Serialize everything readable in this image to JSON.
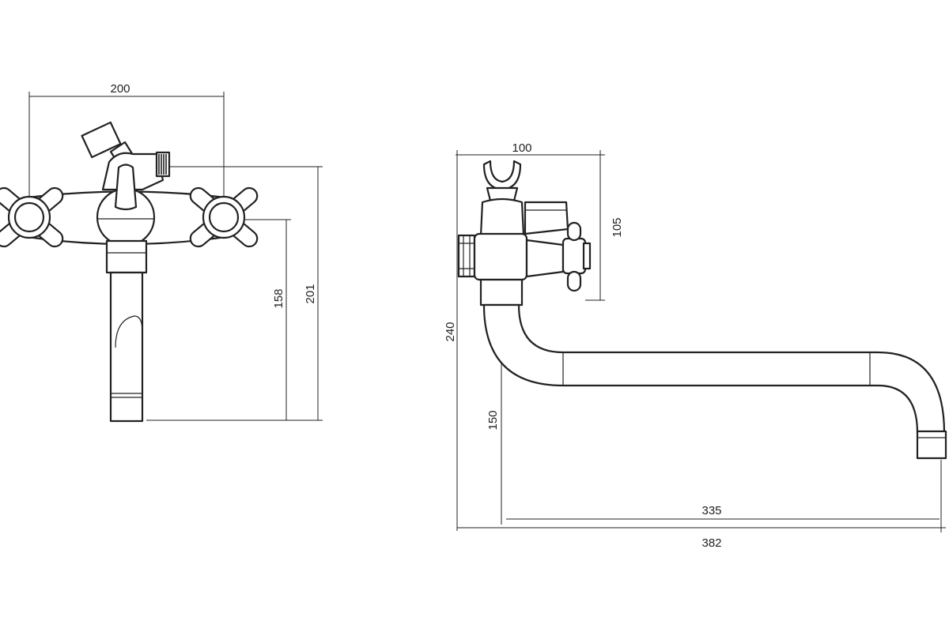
{
  "colors": {
    "line": "#222222",
    "background": "#ffffff"
  },
  "front_view": {
    "width_label": "200",
    "spout_height_label": "158",
    "total_height_label": "201"
  },
  "side_view": {
    "body_width_label": "100",
    "body_height_label": "105",
    "total_height_label": "240",
    "spout_drop_label": "150",
    "spout_reach_label": "335",
    "total_reach_label": "382"
  }
}
